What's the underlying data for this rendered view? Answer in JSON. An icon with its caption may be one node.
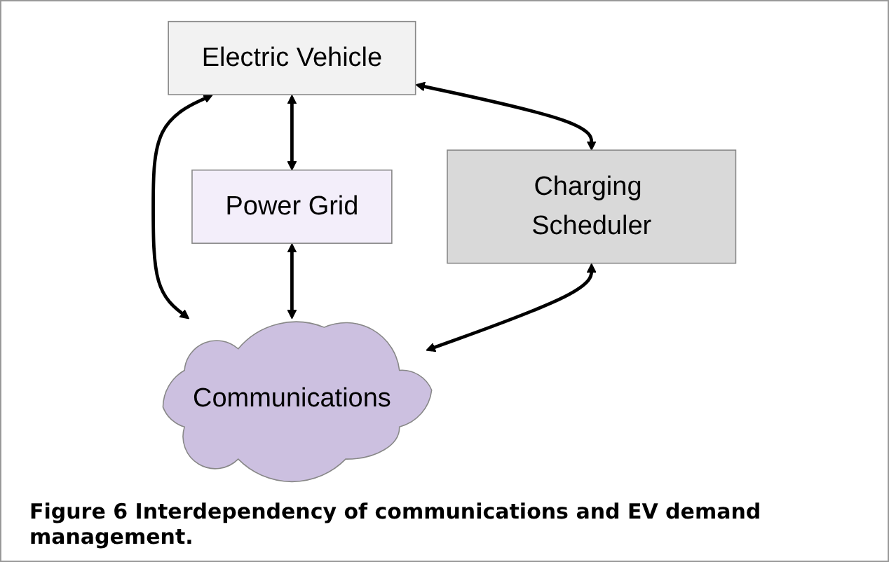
{
  "diagram": {
    "caption": "Figure 6 Interdependency of communications and EV demand management.",
    "nodes": [
      {
        "text": [
          "Electric Vehicle"
        ]
      },
      {
        "text": [
          "Power Grid"
        ]
      },
      {
        "text": [
          "Charging Scheduler"
        ]
      },
      {
        "text": [
          "Communications"
        ]
      }
    ],
    "edges": [
      {
        "from": 0,
        "to": 1,
        "arrow": "both"
      },
      {
        "from": 0,
        "to": 2,
        "arrow": "both"
      },
      {
        "from": 0,
        "to": 3,
        "arrow": "both"
      },
      {
        "from": 1,
        "to": 3,
        "arrow": "both"
      },
      {
        "from": 2,
        "to": 3,
        "arrow": "both"
      }
    ]
  }
}
